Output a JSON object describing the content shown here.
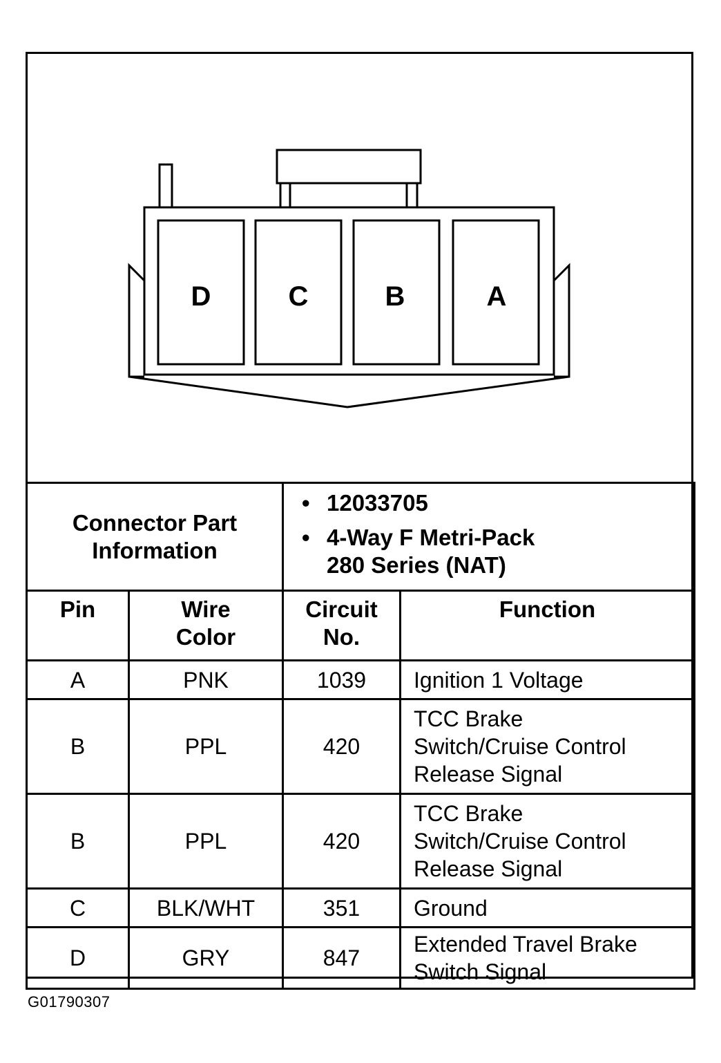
{
  "connector": {
    "pins": [
      "D",
      "C",
      "B",
      "A"
    ]
  },
  "part_info": {
    "label_line1": "Connector Part",
    "label_line2": "Information",
    "items": [
      {
        "bullet": "•",
        "lines": [
          "12033705"
        ]
      },
      {
        "bullet": "•",
        "lines": [
          "4-Way F Metri-Pack",
          "280 Series (NAT)"
        ]
      }
    ]
  },
  "table": {
    "headers": {
      "pin": "Pin",
      "wire_line1": "Wire",
      "wire_line2": "Color",
      "circuit_line1": "Circuit",
      "circuit_line2": "No.",
      "function": "Function"
    },
    "rows": [
      {
        "pin": "A",
        "wire": "PNK",
        "circuit": "1039",
        "function": [
          "Ignition 1 Voltage"
        ]
      },
      {
        "pin": "B",
        "wire": "PPL",
        "circuit": "420",
        "function": [
          "TCC Brake",
          "Switch/Cruise Control",
          "Release Signal"
        ]
      },
      {
        "pin": "B",
        "wire": "PPL",
        "circuit": "420",
        "function": [
          "TCC Brake",
          "Switch/Cruise Control",
          "Release Signal"
        ]
      },
      {
        "pin": "C",
        "wire": "BLK/WHT",
        "circuit": "351",
        "function": [
          "Ground"
        ]
      },
      {
        "pin": "D",
        "wire": "GRY",
        "circuit": "847",
        "function": [
          "Extended Travel Brake",
          "Switch Signal"
        ]
      }
    ]
  },
  "figure_id": "G01790307"
}
